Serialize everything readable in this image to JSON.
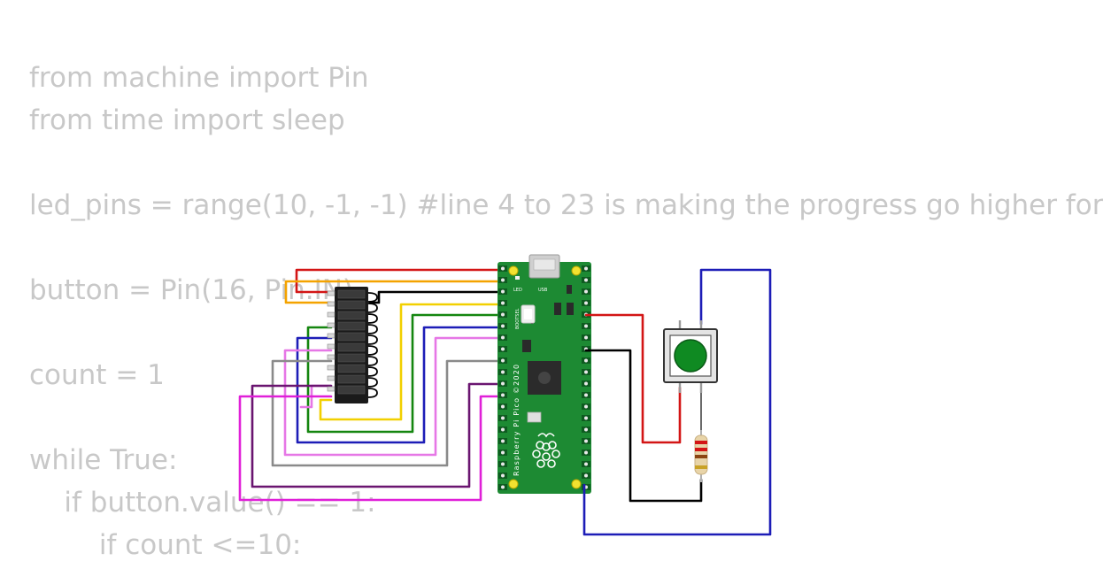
{
  "code": {
    "lines": [
      "from machine import Pin",
      "from time import sleep",
      "",
      "led_pins = range(10, -1, -1) #line 4 to 23 is making the progress go higher for",
      "",
      "button = Pin(16, Pin.IN)",
      "",
      "count = 1",
      "",
      "while True:",
      "    if button.value() == 1:",
      "        if count <=10:"
    ]
  },
  "board": {
    "model_label": "Raspberry Pi Pico ©2020",
    "led_label": "LED",
    "usb_label": "USB",
    "bootsel_label": "BOOTSEL"
  },
  "components": {
    "microcontroller": "raspberry-pi-pico",
    "bargraph_segments": 10,
    "push_button_color": "green",
    "resistor": "resistor"
  },
  "colors": {
    "background": "#ffffff",
    "code_text": "#c8c8c8",
    "pcb": "#1d8a33",
    "wire_red": "#d31515",
    "wire_orange": "#f4a300",
    "wire_black": "#000000",
    "wire_yellow": "#f2d000",
    "wire_green": "#14860f",
    "wire_blue": "#1d1db7",
    "wire_violet": "#e677e6",
    "wire_gray": "#8a8a8a",
    "wire_purple": "#6a1570",
    "wire_magenta": "#e020d8",
    "button_green": "#0f8a22"
  }
}
